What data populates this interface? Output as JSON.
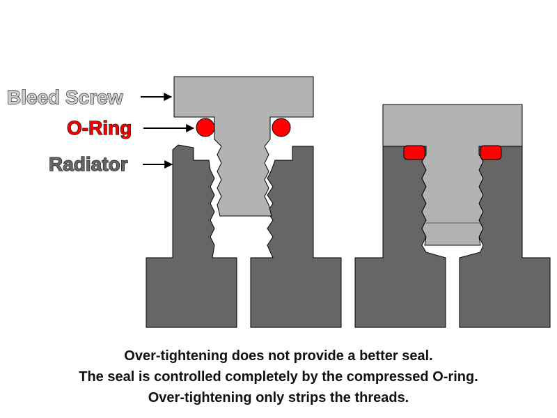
{
  "labels": {
    "bleed_screw": "Bleed Screw",
    "o_ring": "O-Ring",
    "radiator": "Radiator"
  },
  "caption": {
    "line1": "Over-tightening does not provide a better seal.",
    "line2": "The seal is controlled completely by the compressed O-ring.",
    "line3": "Over-tightening only strips the threads."
  },
  "colors": {
    "screw": "#b3b3b3",
    "radiator": "#666666",
    "o_ring": "#ff0000",
    "outline": "#000000",
    "bleed_screw_label": "#cccccc",
    "o_ring_label": "#ee0000",
    "radiator_label": "#666666"
  }
}
